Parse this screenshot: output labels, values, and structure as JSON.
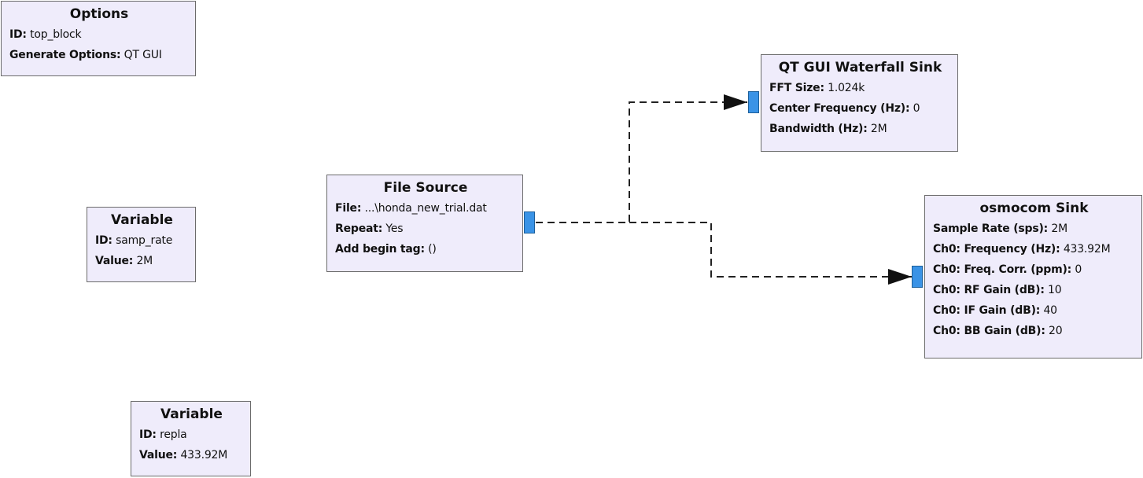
{
  "blocks": {
    "options": {
      "title": "Options",
      "params": [
        {
          "key": "ID:",
          "value": "top_block"
        },
        {
          "key": "Generate Options:",
          "value": "QT GUI"
        }
      ]
    },
    "variable_samp_rate": {
      "title": "Variable",
      "params": [
        {
          "key": "ID:",
          "value": "samp_rate"
        },
        {
          "key": "Value:",
          "value": "2M"
        }
      ]
    },
    "variable_repla": {
      "title": "Variable",
      "params": [
        {
          "key": "ID:",
          "value": "repla"
        },
        {
          "key": "Value:",
          "value": "433.92M"
        }
      ]
    },
    "file_source": {
      "title": "File Source",
      "params": [
        {
          "key": "File:",
          "value": "...\\honda_new_trial.dat"
        },
        {
          "key": "Repeat:",
          "value": "Yes"
        },
        {
          "key": "Add begin tag:",
          "value": "()"
        }
      ]
    },
    "waterfall_sink": {
      "title": "QT GUI Waterfall Sink",
      "params": [
        {
          "key": "FFT Size:",
          "value": "1.024k"
        },
        {
          "key": "Center Frequency (Hz):",
          "value": "0"
        },
        {
          "key": "Bandwidth (Hz):",
          "value": "2M"
        }
      ]
    },
    "osmocom_sink": {
      "title": "osmocom Sink",
      "params": [
        {
          "key": "Sample Rate (sps):",
          "value": "2M"
        },
        {
          "key": "Ch0: Frequency (Hz):",
          "value": "433.92M"
        },
        {
          "key": "Ch0: Freq. Corr. (ppm):",
          "value": "0"
        },
        {
          "key": "Ch0: RF Gain (dB):",
          "value": "10"
        },
        {
          "key": "Ch0: IF Gain (dB):",
          "value": "40"
        },
        {
          "key": "Ch0: BB Gain (dB):",
          "value": "20"
        }
      ]
    }
  },
  "colors": {
    "block_fill": "#efecfb",
    "block_border": "#6b6b6b",
    "port_fill": "#3a93e6",
    "wire": "#222222"
  }
}
